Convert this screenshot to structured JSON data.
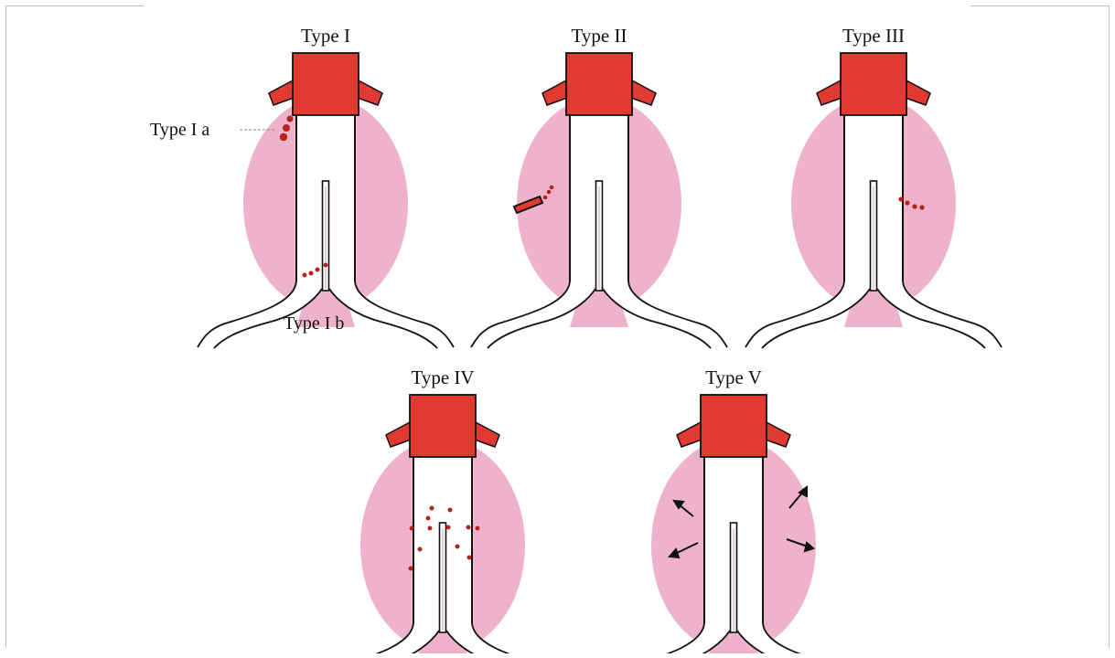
{
  "panels": [
    {
      "id": "type1",
      "title": "Type  I"
    },
    {
      "id": "type2",
      "title": "Type II"
    },
    {
      "id": "type3",
      "title": "Type III"
    },
    {
      "id": "type4",
      "title": "Type IV"
    },
    {
      "id": "type5",
      "title": "Type V"
    }
  ],
  "callouts": {
    "type1a": "Type  I a",
    "type1b": "Type  I b"
  },
  "colors": {
    "aorta_red": "#e03a33",
    "sac_pink": "#eeb2cb",
    "leak_dots": "#b8221d",
    "outline": "#111111"
  }
}
